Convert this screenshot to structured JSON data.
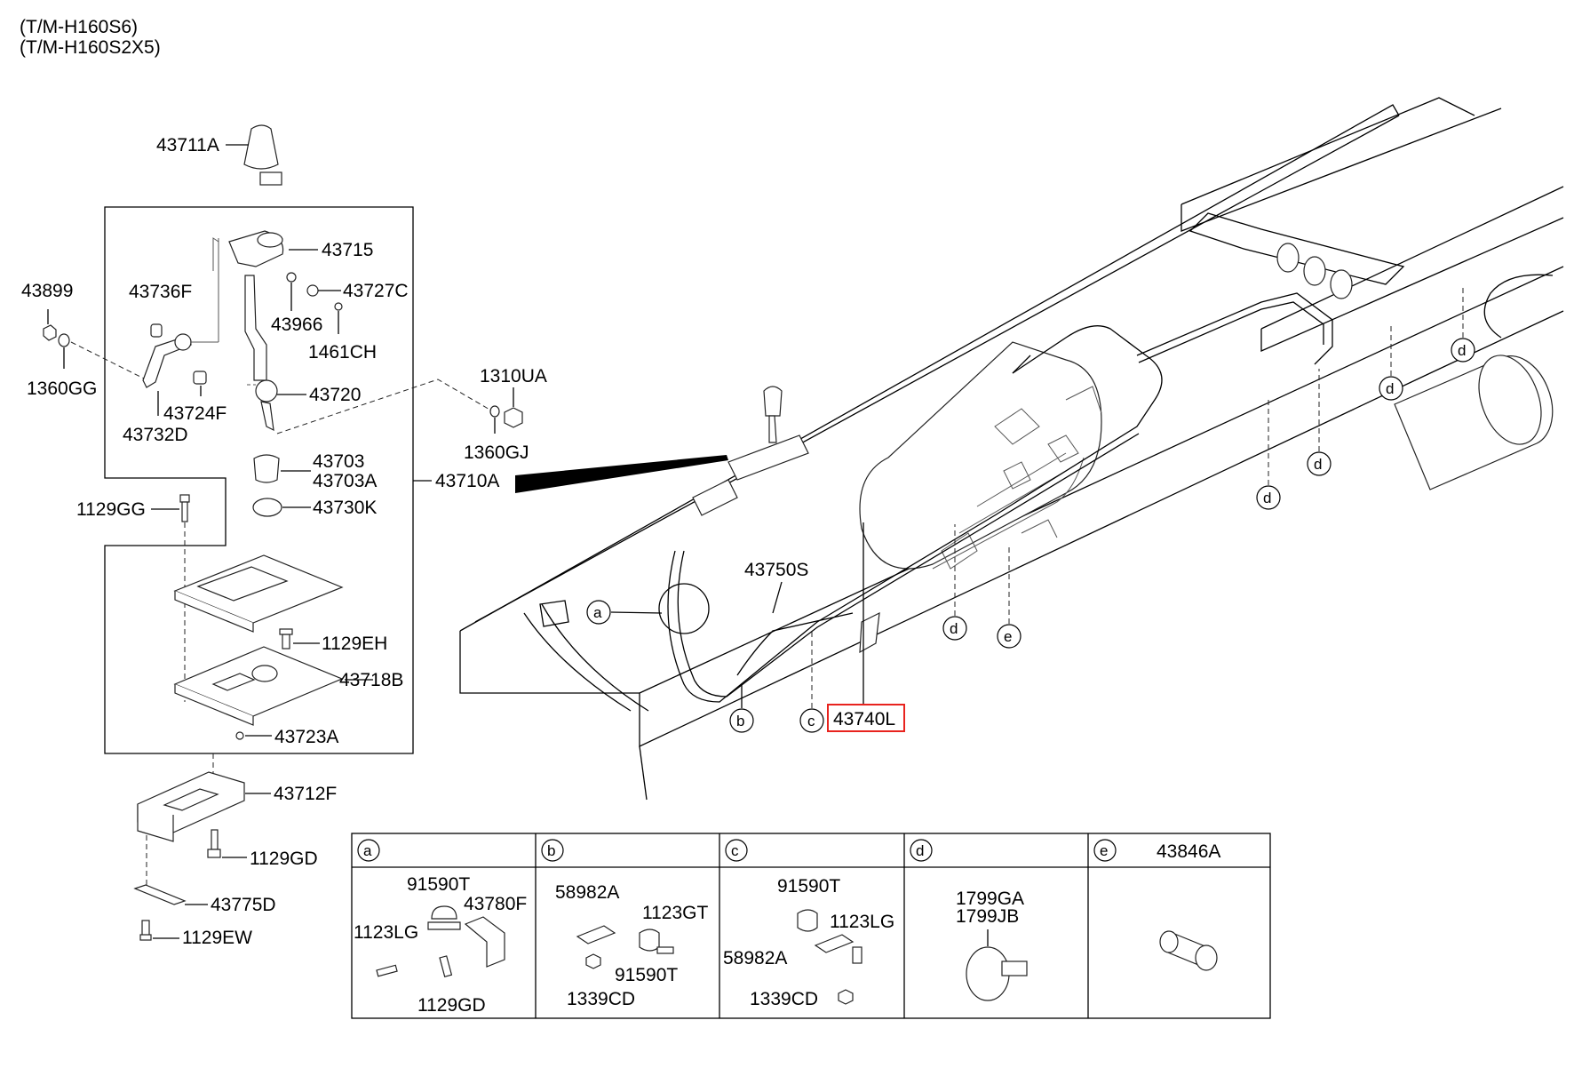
{
  "header": {
    "variant_1": "(T/M-H160S6)",
    "variant_2": "(T/M-H160S2X5)"
  },
  "parts": {
    "p43711A": "43711A",
    "p43715": "43715",
    "p43727C": "43727C",
    "p43966": "43966",
    "p1461CH": "1461CH",
    "p43899": "43899",
    "p43736F": "43736F",
    "p1360GG": "1360GG",
    "p43720": "43720",
    "p43724F": "43724F",
    "p43732D": "43732D",
    "p1310UA": "1310UA",
    "p1360GJ": "1360GJ",
    "p43703": "43703",
    "p43703A": "43703A",
    "p43710A": "43710A",
    "p43730K": "43730K",
    "p1129GG": "1129GG",
    "p1129EH": "1129EH",
    "p43718B": "43718B",
    "p43723A": "43723A",
    "p43712F": "43712F",
    "p1129GD": "1129GD",
    "p43775D": "43775D",
    "p1129EW": "1129EW",
    "p43750S": "43750S",
    "p43740L": "43740L"
  },
  "callouts": {
    "a": "a",
    "b": "b",
    "c": "c",
    "d": "d",
    "e": "e"
  },
  "detail_table": {
    "a": {
      "header": "a",
      "labels": [
        "91590T",
        "43780F",
        "1123LG",
        "1129GD"
      ]
    },
    "b": {
      "header": "b",
      "labels": [
        "58982A",
        "1123GT",
        "91590T",
        "1339CD"
      ]
    },
    "c": {
      "header": "c",
      "labels": [
        "91590T",
        "1123LG",
        "58982A",
        "1339CD"
      ]
    },
    "d": {
      "header": "d",
      "labels": [
        "1799GA",
        "1799JB"
      ]
    },
    "e": {
      "header": "e",
      "part": "43846A"
    }
  },
  "highlight_color": "#e8231e"
}
